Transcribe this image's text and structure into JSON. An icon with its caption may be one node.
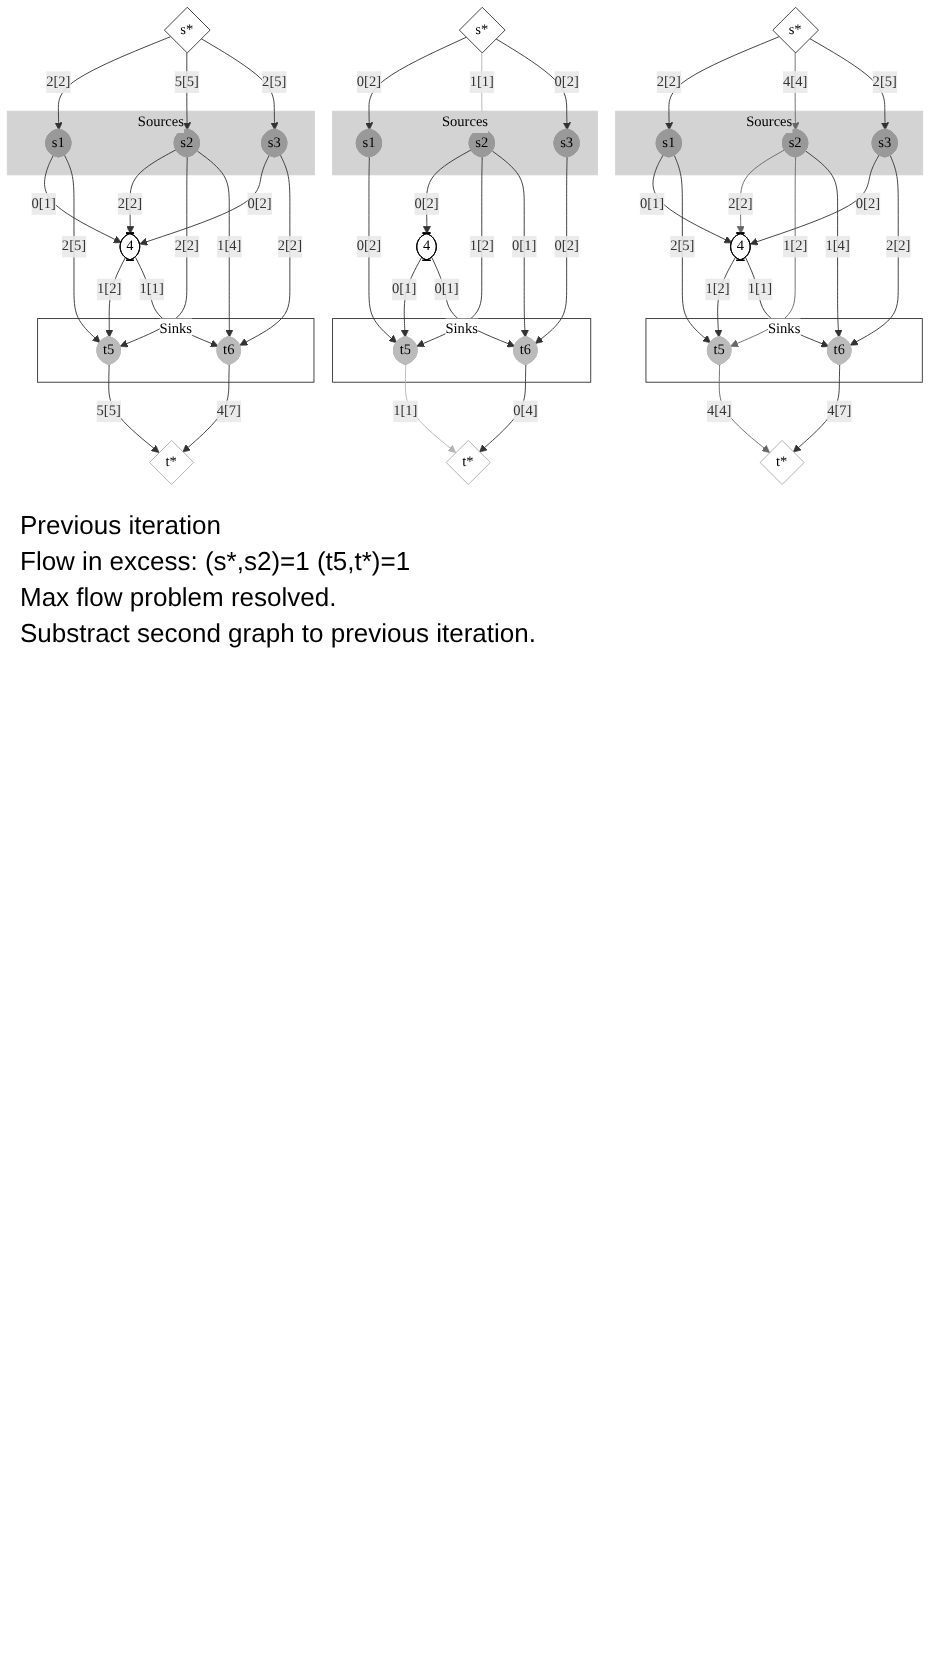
{
  "diagram": {
    "nodes": [
      {
        "text": [
          "s*"
        ]
      },
      {
        "text": [
          "Sources"
        ]
      },
      {
        "text": [
          "s1"
        ],
        "in": 1
      },
      {
        "text": [
          "s2"
        ],
        "in": 1
      },
      {
        "text": [
          "s3"
        ],
        "in": 1
      },
      {
        "text": [
          "4"
        ]
      },
      {
        "text": [
          "Sinks"
        ]
      },
      {
        "text": [
          "t5"
        ],
        "in": 6
      },
      {
        "text": [
          "t6"
        ],
        "in": 6
      },
      {
        "text": [
          "t*"
        ]
      },
      {
        "text": [
          "s*"
        ]
      },
      {
        "text": [
          "Sources"
        ]
      },
      {
        "text": [
          "s1"
        ],
        "in": 11
      },
      {
        "text": [
          "s2"
        ],
        "in": 11
      },
      {
        "text": [
          "s3"
        ],
        "in": 11
      },
      {
        "text": [
          "4"
        ]
      },
      {
        "text": [
          "Sinks"
        ]
      },
      {
        "text": [
          "t5"
        ],
        "in": 16
      },
      {
        "text": [
          "t6"
        ],
        "in": 16
      },
      {
        "text": [
          "t*"
        ]
      },
      {
        "text": [
          "s*"
        ]
      },
      {
        "text": [
          "Sources"
        ]
      },
      {
        "text": [
          "s1"
        ],
        "in": 21
      },
      {
        "text": [
          "s2"
        ],
        "in": 21
      },
      {
        "text": [
          "s3"
        ],
        "in": 21
      },
      {
        "text": [
          "4"
        ]
      },
      {
        "text": [
          "Sinks"
        ]
      },
      {
        "text": [
          "t5"
        ],
        "in": 26
      },
      {
        "text": [
          "t6"
        ],
        "in": 26
      },
      {
        "text": [
          "t*"
        ]
      }
    ],
    "edges": [
      {
        "from": 0,
        "to": 2,
        "arrow": "to",
        "label": "2[2]"
      },
      {
        "from": 0,
        "to": 3,
        "arrow": "to",
        "label": "5[5]"
      },
      {
        "from": 0,
        "to": 4,
        "arrow": "to",
        "label": "2[5]"
      },
      {
        "from": 2,
        "to": 5,
        "arrow": "to",
        "label": "0[1]"
      },
      {
        "from": 3,
        "to": 5,
        "arrow": "to",
        "label": "2[2]"
      },
      {
        "from": 4,
        "to": 5,
        "arrow": "to",
        "label": "0[2]"
      },
      {
        "from": 2,
        "to": 7,
        "arrow": "to",
        "label": "2[5]"
      },
      {
        "from": 3,
        "to": 7,
        "arrow": "to",
        "label": "2[2]"
      },
      {
        "from": 3,
        "to": 8,
        "arrow": "to",
        "label": "1[4]"
      },
      {
        "from": 4,
        "to": 8,
        "arrow": "to",
        "label": "2[2]"
      },
      {
        "from": 5,
        "to": 7,
        "arrow": "to",
        "label": "1[2]"
      },
      {
        "from": 5,
        "to": 8,
        "arrow": "to",
        "label": "1[1]"
      },
      {
        "from": 7,
        "to": 9,
        "arrow": "to",
        "label": "5[5]"
      },
      {
        "from": 8,
        "to": 9,
        "arrow": "to",
        "label": "4[7]"
      },
      {
        "from": 10,
        "to": 12,
        "arrow": "to",
        "label": "0[2]"
      },
      {
        "from": 10,
        "to": 13,
        "arrow": "to",
        "label": "1[1]",
        "color": "#b3b3b3"
      },
      {
        "from": 10,
        "to": 14,
        "arrow": "to",
        "label": "0[2]"
      },
      {
        "from": 13,
        "to": 15,
        "arrow": "to",
        "label": "0[2]"
      },
      {
        "from": 12,
        "to": 17,
        "arrow": "to",
        "label": "0[2]"
      },
      {
        "from": 13,
        "to": 17,
        "arrow": "to",
        "label": "1[2]"
      },
      {
        "from": 13,
        "to": 18,
        "arrow": "to",
        "label": "0[1]"
      },
      {
        "from": 14,
        "to": 18,
        "arrow": "to",
        "label": "0[2]"
      },
      {
        "from": 15,
        "to": 17,
        "arrow": "to",
        "label": "0[1]"
      },
      {
        "from": 15,
        "to": 18,
        "arrow": "to",
        "label": "0[1]"
      },
      {
        "from": 17,
        "to": 19,
        "arrow": "to",
        "label": "1[1]",
        "color": "#b3b3b3"
      },
      {
        "from": 18,
        "to": 19,
        "arrow": "to",
        "label": "0[4]"
      },
      {
        "from": 20,
        "to": 22,
        "arrow": "to",
        "label": "2[2]"
      },
      {
        "from": 20,
        "to": 23,
        "arrow": "to",
        "label": "4[4]",
        "color": "#666666"
      },
      {
        "from": 20,
        "to": 24,
        "arrow": "to",
        "label": "2[5]"
      },
      {
        "from": 22,
        "to": 25,
        "arrow": "to",
        "label": "0[1]"
      },
      {
        "from": 23,
        "to": 25,
        "arrow": "to",
        "label": "2[2]",
        "color": "#666666"
      },
      {
        "from": 24,
        "to": 25,
        "arrow": "to",
        "label": "0[2]"
      },
      {
        "from": 22,
        "to": 27,
        "arrow": "to",
        "label": "2[5]"
      },
      {
        "from": 23,
        "to": 27,
        "arrow": "to",
        "label": "1[2]",
        "color": "#666666"
      },
      {
        "from": 23,
        "to": 28,
        "arrow": "to",
        "label": "1[4]"
      },
      {
        "from": 24,
        "to": 28,
        "arrow": "to",
        "label": "2[2]"
      },
      {
        "from": 25,
        "to": 27,
        "arrow": "to",
        "label": "1[2]"
      },
      {
        "from": 25,
        "to": 28,
        "arrow": "to",
        "label": "1[1]"
      },
      {
        "from": 27,
        "to": 29,
        "arrow": "to",
        "label": "4[4]",
        "color": "#666666"
      },
      {
        "from": 28,
        "to": 29,
        "arrow": "to",
        "label": "4[7]"
      }
    ],
    "labels": [
      "Previous iteration",
      "Flow in excess: (s*,s2)=1 (t5,t*)=1",
      "Max flow problem resolved.",
      "Substract second graph to previous iteration."
    ]
  }
}
